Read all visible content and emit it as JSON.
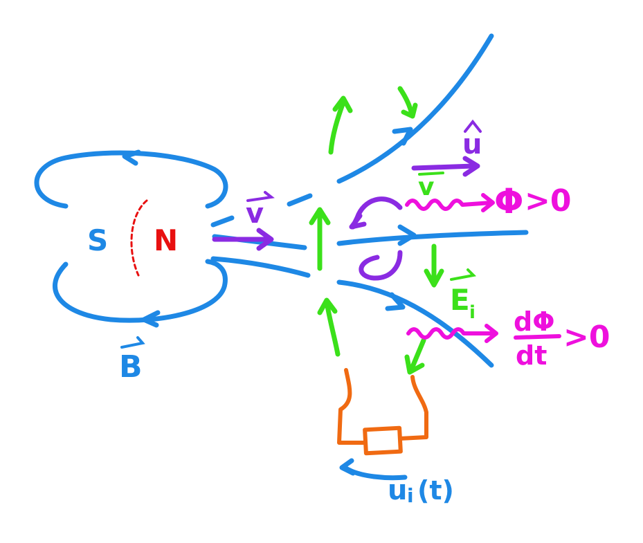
{
  "labels": {
    "south_pole": "S",
    "north_pole": "N",
    "b_field": "B",
    "velocity_left": "v",
    "unit_vector": "u",
    "velocity_right": "v",
    "flux": "Φ",
    "flux_cond": ">0",
    "e_field": "E",
    "e_sub": "i",
    "dphi": "dΦ",
    "dt": "dt",
    "dphi_cond": ">0",
    "voltage": "u",
    "voltage_sub": "i",
    "voltage_arg": "(t)"
  },
  "colors": {
    "field_blue": "#1e88e5",
    "pole_red": "#e81010",
    "velocity_purple": "#8a2be2",
    "flux_magenta": "#ee10dd",
    "efield_green": "#3be01a",
    "circuit_orange": "#f06a12"
  }
}
